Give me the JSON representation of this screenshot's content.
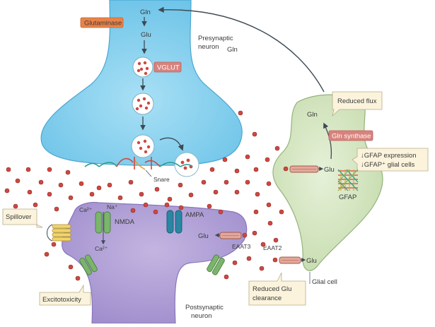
{
  "labels": {
    "gln_top": "Gln",
    "glutaminase": "Glutaminase",
    "glu_pre": "Glu",
    "vglut": "VGLUT",
    "presynaptic_line1": "Presynaptic",
    "presynaptic_line2": "neuron",
    "gln_mid": "Gln",
    "reduced_flux": "Reduced flux",
    "gln_glial": "Gln",
    "gln_synthase": "Gln synthase",
    "gfap_expr_line1": "↓GFAP expression",
    "gfap_expr_line2": "↓GFAP⁺ glial cells",
    "gfap": "GFAP",
    "glu_glial_upper": "Glu",
    "snare": "Snare",
    "ca_ion": "Ca²⁺",
    "na_ion": "Na⁺",
    "nmda": "NMDA",
    "ampa": "AMPA",
    "spillover": "Spillover",
    "ca_inside": "Ca²⁺",
    "glu_post": "Glu",
    "eaat3": "EAAT3",
    "eaat2": "EAAT2",
    "glu_glial_lower": "Glu",
    "glial_cell": "Glial cell",
    "reduced_clearance_line1": "Reduced Glu",
    "reduced_clearance_line2": "clearance",
    "excitotoxicity": "Excitotoxicity",
    "postsynaptic_line1": "Postsynaptic",
    "postsynaptic_line2": "neuron"
  },
  "colors": {
    "presynaptic_fill": "#8fd3ee",
    "postsynaptic_fill": "#b3a3d6",
    "glial_fill": "#d8e8c6",
    "glutamate_dot": "#d0473f",
    "orange_box": "#e8834a",
    "pink_box": "#d9827d",
    "callout_fill": "#fbf3dc"
  }
}
